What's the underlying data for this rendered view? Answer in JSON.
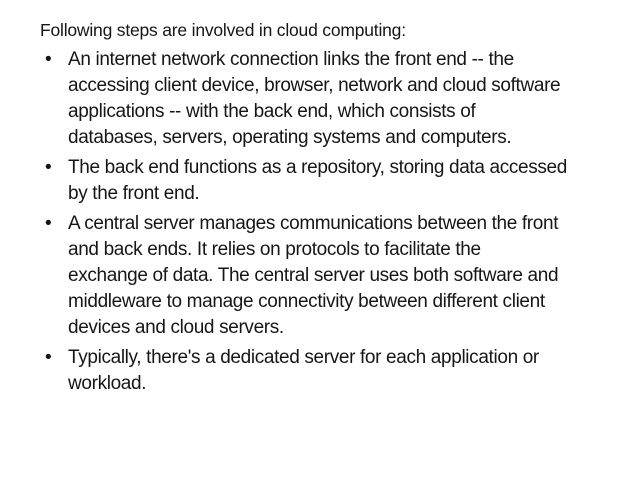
{
  "colors": {
    "background": "#ffffff",
    "text": "#161616"
  },
  "bullet_glyph": "•",
  "heading": "Following steps are involved in cloud computing:",
  "bullets": [
    {
      "lines": [
        "An internet network connection links the front end -- the",
        "accessing client device, browser, network and cloud software",
        "applications -- with the back end, which consists of",
        "databases, servers, operating systems and computers."
      ]
    },
    {
      "lines": [
        "The back end functions as a repository, storing data accessed",
        "by the front end."
      ]
    },
    {
      "lines": [
        "A central server manages communications between the front",
        "and back ends. It relies on protocols to facilitate the",
        "exchange of data. The central server uses both software and",
        "middleware to manage connectivity between different client",
        "devices and cloud servers."
      ]
    },
    {
      "lines": [
        "Typically, there's a dedicated server for each application or",
        "workload."
      ]
    }
  ]
}
